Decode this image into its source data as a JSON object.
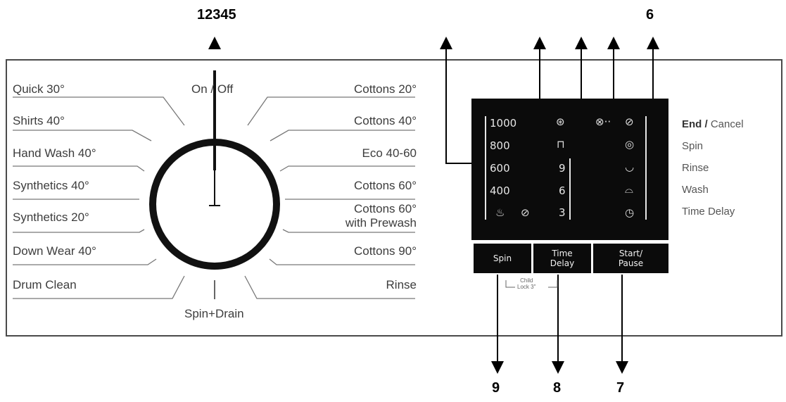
{
  "callouts": {
    "top_left": "12345",
    "top_right": "6",
    "bottom_spin": "9",
    "bottom_time": "8",
    "bottom_start": "7"
  },
  "dial": {
    "top": "On / Off",
    "bottom": "Spin+Drain",
    "left_programs": [
      "Quick 30°",
      "Shirts 40°",
      "Hand Wash 40°",
      "Synthetics 40°",
      "Synthetics 20°",
      "Down Wear 40°",
      "Drum Clean"
    ],
    "right_programs": [
      "Cottons 20°",
      "Cottons 40°",
      "Eco 40-60",
      "Cottons 60°",
      "Cottons 60°",
      "with Prewash",
      "Cottons  90°",
      "Rinse"
    ]
  },
  "display": {
    "spin_speeds": [
      "1000",
      "800",
      "600",
      "400"
    ],
    "delay_hours": [
      "9",
      "6",
      "3"
    ]
  },
  "buttons": {
    "spin": "Spin",
    "time_delay_1": "Time",
    "time_delay_2": "Delay",
    "start_1": "Start/",
    "start_2": "Pause",
    "child_lock_1": "Child",
    "child_lock_2": "Lock 3\""
  },
  "status": {
    "end_bold": "End /",
    "end_rest": " Cancel",
    "spin": "Spin",
    "rinse": "Rinse",
    "wash": "Wash",
    "time_delay": "Time Delay"
  },
  "icons": [
    "spin-icon",
    "lock-icon",
    "no-spin-icon",
    "cancel-icon",
    "check-icon",
    "rinse-icon",
    "wash-icon",
    "timer-icon",
    "steam-icon"
  ]
}
